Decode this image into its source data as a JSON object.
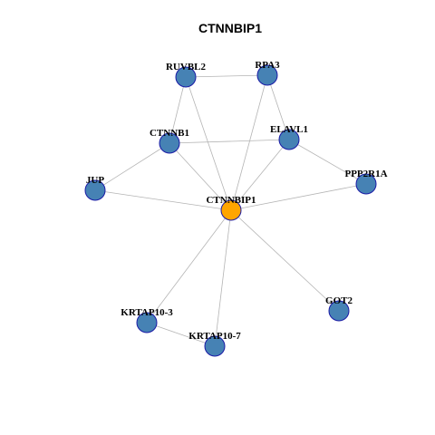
{
  "title": "CTNNBIP1",
  "colors": {
    "hub": "#FFA500",
    "node": "#4682B4",
    "node_border": "#1A1AA6",
    "edge": "#B4B4B4"
  },
  "nodes": [
    {
      "id": "CTNNBIP1",
      "label": "CTNNBIP1",
      "hub": true
    },
    {
      "id": "RUVBL2",
      "label": "RUVBL2",
      "hub": false
    },
    {
      "id": "RPA3",
      "label": "RPA3",
      "hub": false
    },
    {
      "id": "CTNNB1",
      "label": "CTNNB1",
      "hub": false
    },
    {
      "id": "ELAVL1",
      "label": "ELAVL1",
      "hub": false
    },
    {
      "id": "JUP",
      "label": "JUP",
      "hub": false
    },
    {
      "id": "PPP2R1A",
      "label": "PPP2R1A",
      "hub": false
    },
    {
      "id": "KRTAP10-3",
      "label": "KRTAP10-3",
      "hub": false
    },
    {
      "id": "KRTAP10-7",
      "label": "KRTAP10-7",
      "hub": false
    },
    {
      "id": "GOT2",
      "label": "GOT2",
      "hub": false
    }
  ],
  "edges": [
    [
      "RUVBL2",
      "RPA3"
    ],
    [
      "RUVBL2",
      "CTNNB1"
    ],
    [
      "RUVBL2",
      "CTNNBIP1"
    ],
    [
      "RPA3",
      "ELAVL1"
    ],
    [
      "RPA3",
      "CTNNBIP1"
    ],
    [
      "CTNNB1",
      "ELAVL1"
    ],
    [
      "CTNNB1",
      "JUP"
    ],
    [
      "CTNNB1",
      "CTNNBIP1"
    ],
    [
      "ELAVL1",
      "PPP2R1A"
    ],
    [
      "ELAVL1",
      "CTNNBIP1"
    ],
    [
      "JUP",
      "CTNNBIP1"
    ],
    [
      "PPP2R1A",
      "CTNNBIP1"
    ],
    [
      "CTNNBIP1",
      "KRTAP10-3"
    ],
    [
      "CTNNBIP1",
      "KRTAP10-7"
    ],
    [
      "CTNNBIP1",
      "GOT2"
    ],
    [
      "KRTAP10-3",
      "KRTAP10-7"
    ]
  ]
}
